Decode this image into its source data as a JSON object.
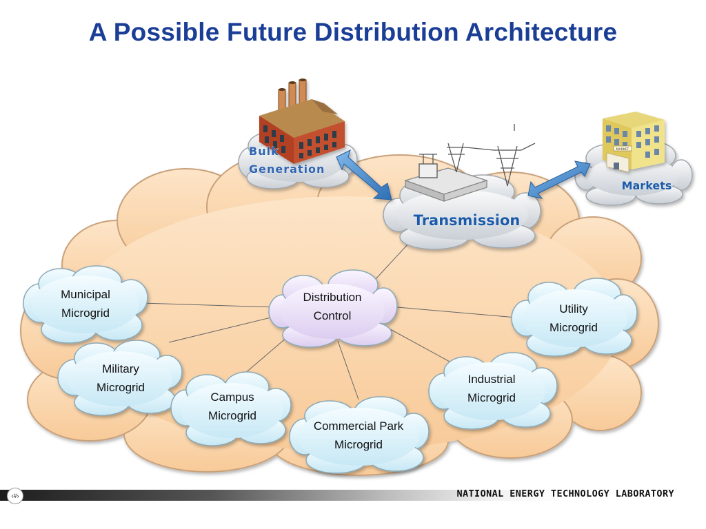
{
  "title": "A Possible Future Distribution Architecture",
  "nodes": {
    "bulk_generation": {
      "line1": "Bulk",
      "line2": "Generation"
    },
    "transmission": {
      "label": "Transmission"
    },
    "markets": {
      "label": "Markets",
      "sign": "MARKET"
    },
    "distribution_control": {
      "line1": "Distribution",
      "line2": "Control"
    },
    "municipal": {
      "line1": "Municipal",
      "line2": "Microgrid"
    },
    "military": {
      "line1": "Military",
      "line2": "Microgrid"
    },
    "campus": {
      "line1": "Campus",
      "line2": "Microgrid"
    },
    "commercial_park": {
      "line1": "Commercial Park",
      "line2": "Microgrid"
    },
    "industrial": {
      "line1": "Industrial",
      "line2": "Microgrid"
    },
    "utility": {
      "line1": "Utility",
      "line2": "Microgrid"
    }
  },
  "footer": {
    "organization": "NATIONAL ENERGY TECHNOLOGY LABORATORY",
    "slide_marker": "‹#›"
  },
  "colors": {
    "title": "#1a3d96",
    "big_cloud_fill": "#fbd9b2",
    "microgrid_cloud_fill": "#dff3fb",
    "control_cloud_fill": "#ece3f7",
    "arrow_blue": "#3d86c8",
    "label_blue": "#1b5aa8"
  }
}
